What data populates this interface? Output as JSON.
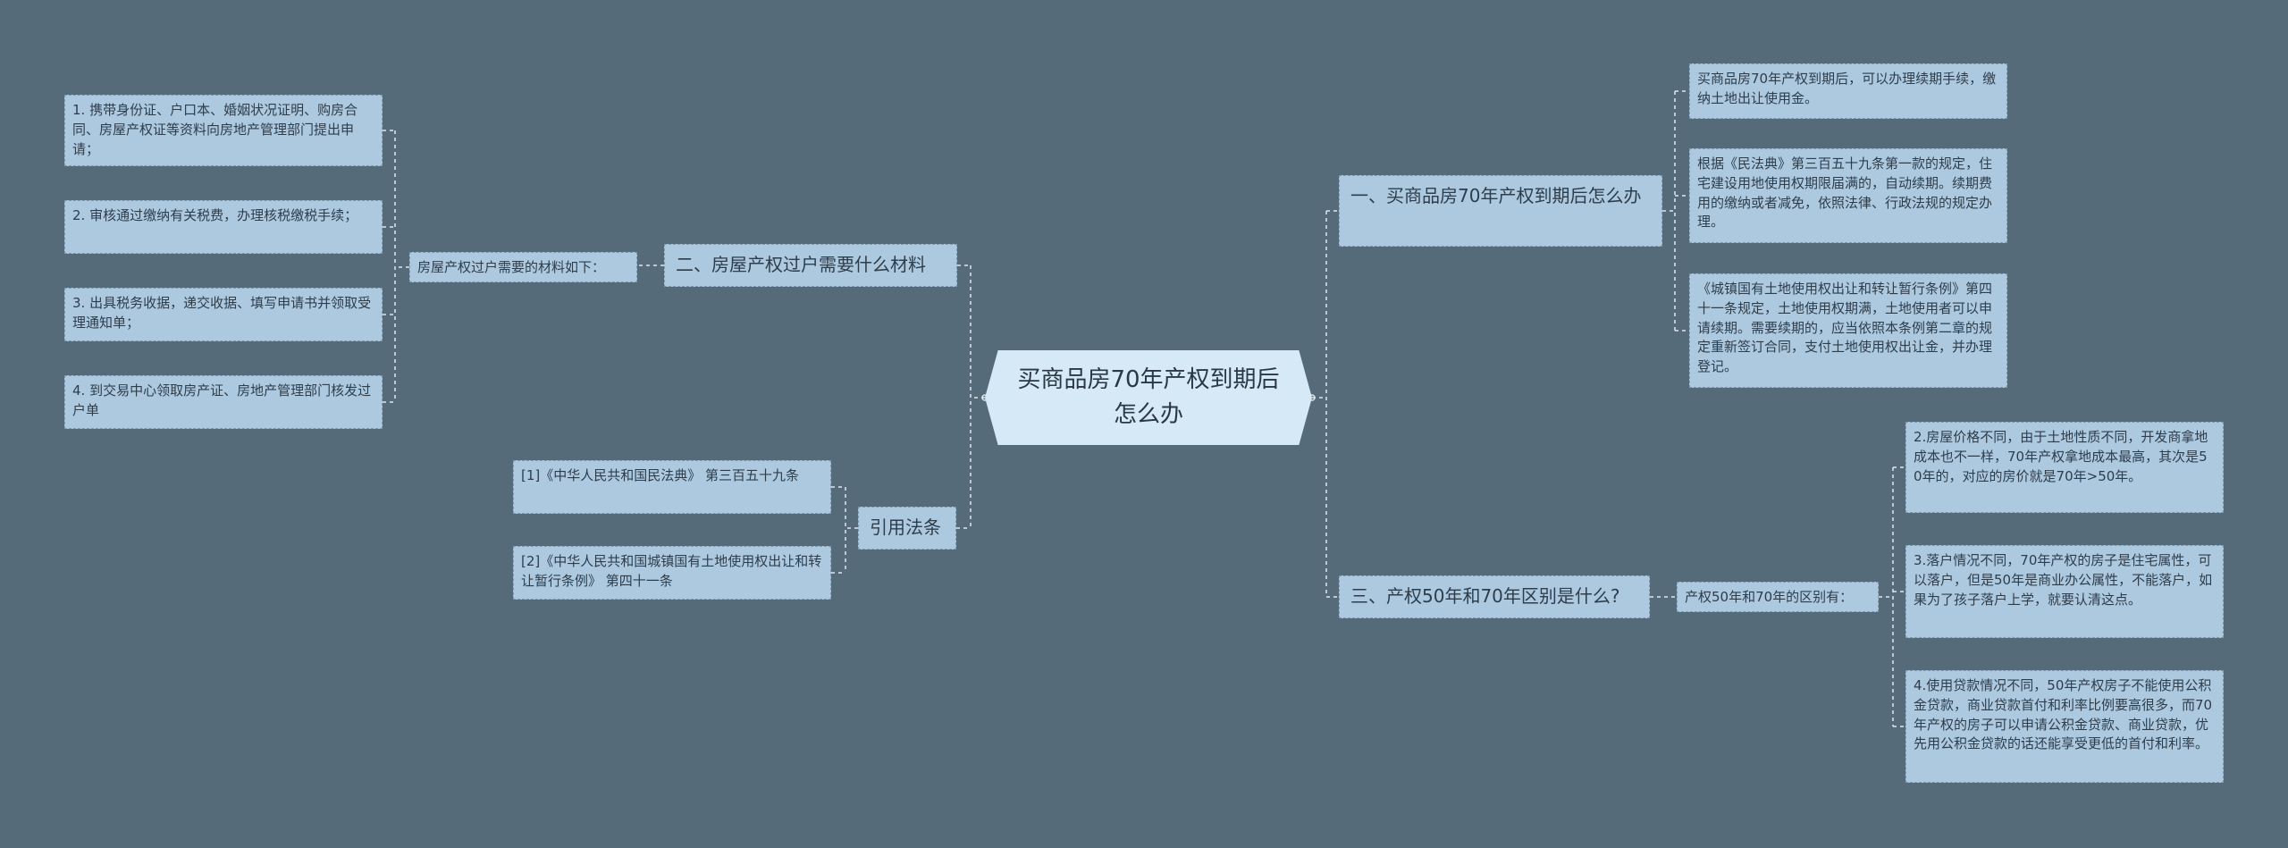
{
  "root": "买商品房70年产权到期后怎么办",
  "branch1": {
    "title": "一、买商品房70年产权到期后怎么办",
    "items": [
      "买商品房70年产权到期后，可以办理续期手续，缴纳土地出让使用金。",
      "根据《民法典》第三百五十九条第一款的规定，住宅建设用地使用权期限届满的，自动续期。续期费用的缴纳或者减免，依照法律、行政法规的规定办理。",
      "《城镇国有土地使用权出让和转让暂行条例》第四十一条规定，土地使用权期满，土地使用者可以申请续期。需要续期的，应当依照本条例第二章的规定重新签订合同，支付土地使用权出让金，并办理登记。"
    ]
  },
  "branch2": {
    "title": "二、房屋产权过户需要什么材料",
    "mid": "房屋产权过户需要的材料如下：",
    "items": [
      "1. 携带身份证、户口本、婚姻状况证明、购房合同、房屋产权证等资料向房地产管理部门提出申请；",
      "2. 审核通过缴纳有关税费，办理核税缴税手续；",
      "3. 出具税务收据，递交收据、填写申请书并领取受理通知单；",
      "4. 到交易中心领取房产证、房地产管理部门核发过户单"
    ]
  },
  "branch3": {
    "title": "三、产权50年和70年区别是什么?",
    "mid": "产权50年和70年的区别有：",
    "items": [
      "2.房屋价格不同，由于土地性质不同，开发商拿地成本也不一样，70年产权拿地成本最高，其次是50年的，对应的房价就是70年>50年。",
      "3.落户情况不同，70年产权的房子是住宅属性，可以落户，但是50年是商业办公属性，不能落户，如果为了孩子落户上学，就要认清这点。",
      "4.使用贷款情况不同，50年产权房子不能使用公积金贷款，商业贷款首付和利率比例要高很多，而70年产权的房子可以申请公积金贷款、商业贷款，优先用公积金贷款的话还能享受更低的首付和利率。"
    ]
  },
  "branch4": {
    "title": "引用法条",
    "items": [
      "[1]《中华人民共和国民法典》 第三百五十九条",
      "[2]《中华人民共和国城镇国有土地使用权出让和转让暂行条例》 第四十一条"
    ]
  },
  "colors": {
    "background": "#566b79",
    "node_fill": "#adc9e0",
    "root_fill": "#d6e9f6",
    "connector": "#dde6ec"
  }
}
